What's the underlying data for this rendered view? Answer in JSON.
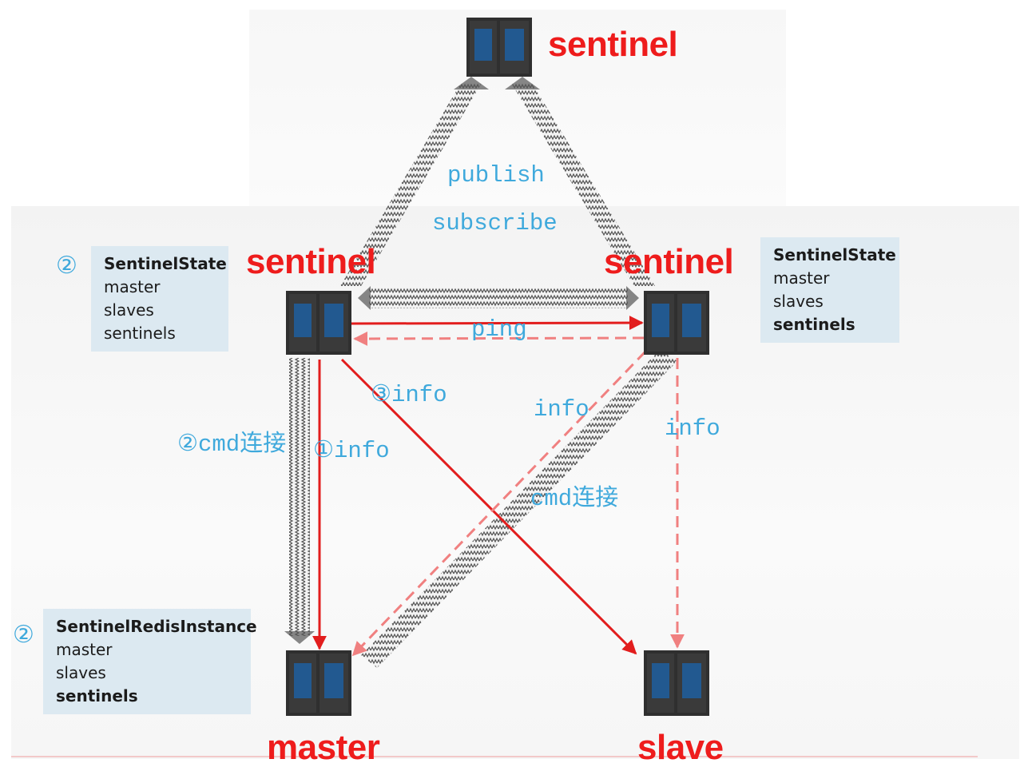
{
  "nodes": {
    "sentinel_top": "sentinel",
    "sentinel_left": "sentinel",
    "sentinel_right": "sentinel",
    "master": "master",
    "slave": "slave"
  },
  "labels": {
    "publish": "publish",
    "subscribe": "subscribe",
    "ping": "ping",
    "info_3": "③info",
    "info_right_mid": "info",
    "info_right": "info",
    "cmd_left": "②cmd连接",
    "info_1": "①info",
    "cmd_cross": "cmd连接"
  },
  "box_left": {
    "marker": "②",
    "title": "SentinelState",
    "items": [
      "master",
      "slaves",
      "sentinels"
    ]
  },
  "box_right": {
    "title": "SentinelState",
    "items": [
      "master",
      "slaves",
      "sentinels"
    ]
  },
  "box_bottom": {
    "marker": "②",
    "title": "SentinelRedisInstance",
    "items": [
      "master",
      "slaves",
      "sentinels"
    ]
  },
  "colors": {
    "node_title": "#ee1c1c",
    "label": "#3fa9dc",
    "arrow_solid": "#e21d1d",
    "arrow_dashed": "#f08080",
    "box_bg": "#dce9f1"
  }
}
